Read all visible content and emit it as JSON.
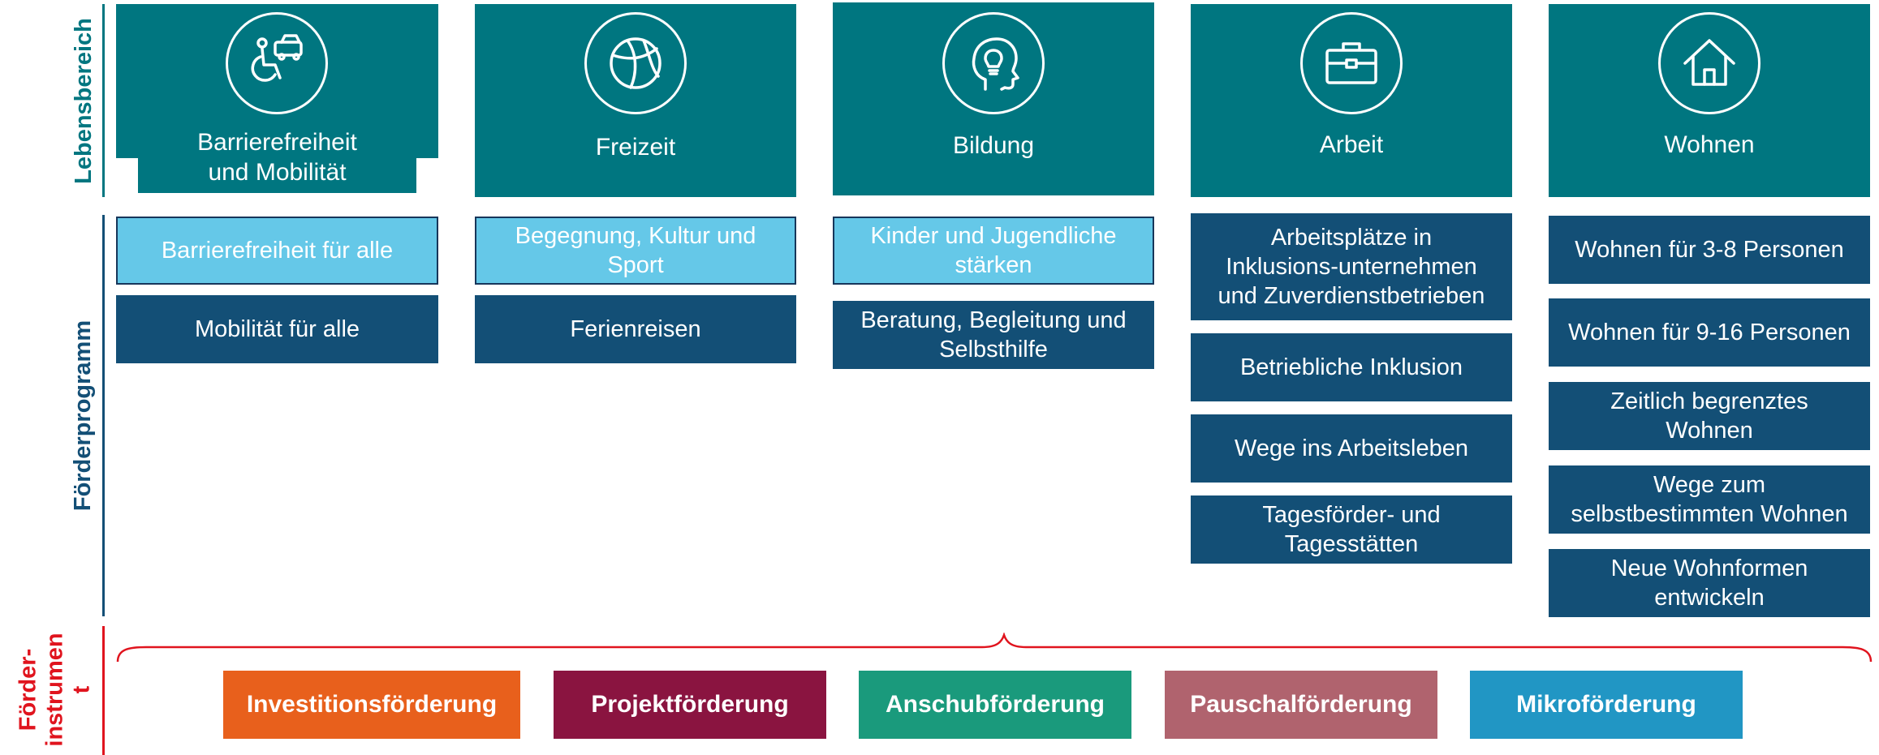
{
  "side_labels": {
    "lebensbereich": "Lebensbereich",
    "foerderprogramm": "Förderprogramm",
    "foerderinstrument": "Förder-\ninstrumen\nt"
  },
  "areas": [
    {
      "title": "Barrierefreiheit\nund Mobilität",
      "icon": "wheelchair-van-icon"
    },
    {
      "title": "Freizeit",
      "icon": "ball-icon"
    },
    {
      "title": "Bildung",
      "icon": "head-lightbulb-icon"
    },
    {
      "title": "Arbeit",
      "icon": "briefcase-icon"
    },
    {
      "title": "Wohnen",
      "icon": "house-icon"
    }
  ],
  "programs": [
    [
      "Barrierefreiheit für alle",
      "Mobilität für alle"
    ],
    [
      "Begegnung, Kultur und\nSport",
      "Ferienreisen"
    ],
    [
      "Kinder und Jugendliche\nstärken",
      "Beratung, Begleitung und\nSelbsthilfe"
    ],
    [
      "Arbeitsplätze in\nInklusions-unternehmen\nund Zuverdienstbetrieben",
      "Betriebliche Inklusion",
      "Wege ins Arbeitsleben",
      "Tagesförder- und\nTagesstätten"
    ],
    [
      "Wohnen für 3-8 Personen",
      "Wohnen für 9-16 Personen",
      "Zeitlich begrenztes\nWohnen",
      "Wege zum\nselbstbestimmten Wohnen",
      "Neue Wohnformen\nentwickeln"
    ]
  ],
  "instruments": [
    {
      "label": "Investitionsförderung",
      "color": "#e8601c"
    },
    {
      "label": "Projektförderung",
      "color": "#8a1440"
    },
    {
      "label": "Anschubförderung",
      "color": "#1a9a7c"
    },
    {
      "label": "Pauschalförderung",
      "color": "#b0636e"
    },
    {
      "label": "Mikroförderung",
      "color": "#2196c4"
    }
  ],
  "colors": {
    "teal": "#007680",
    "navy": "#134f76",
    "light_blue": "#65c8e8",
    "red": "#e0141e"
  }
}
